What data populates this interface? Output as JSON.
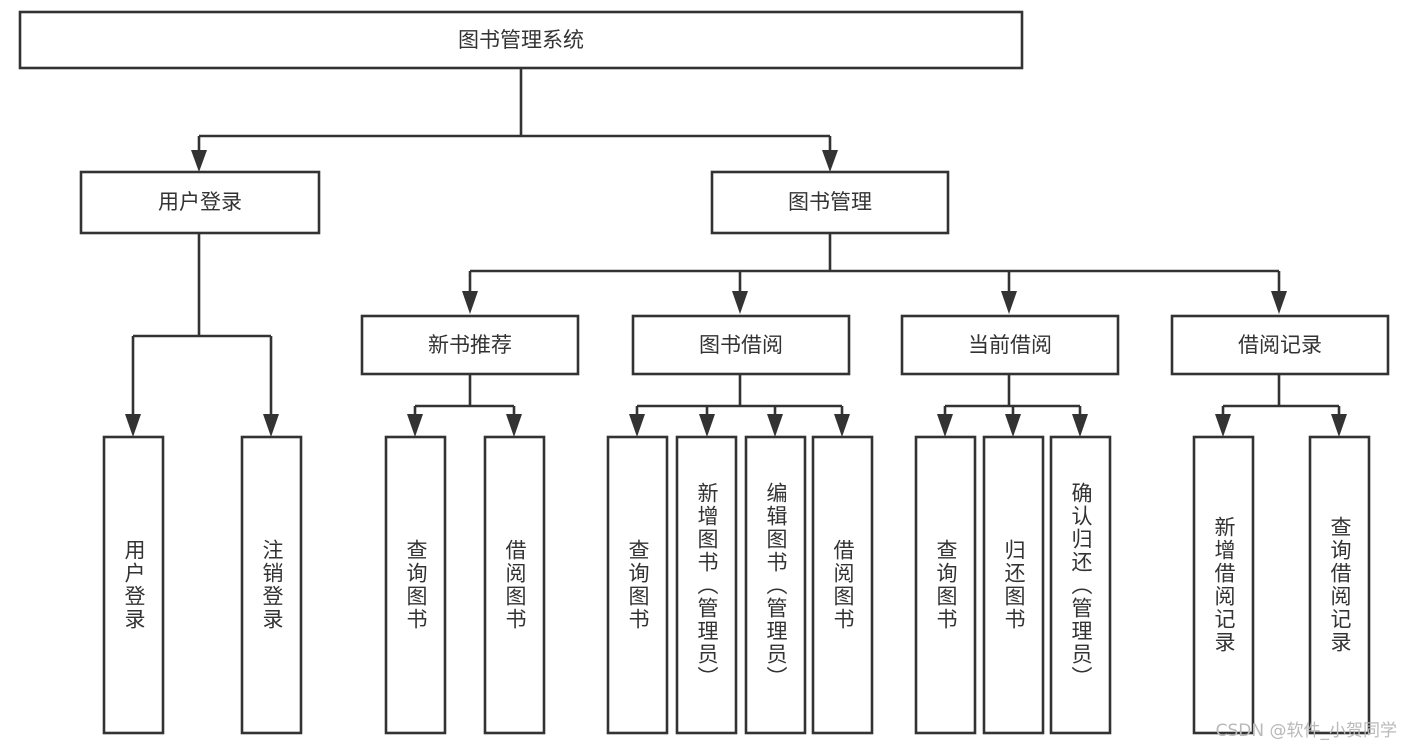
{
  "diagram": {
    "type": "tree",
    "title": "图书管理系统",
    "root": {
      "id": "root",
      "label": "图书管理系统"
    },
    "level1": [
      {
        "id": "user-login",
        "label": "用户登录"
      },
      {
        "id": "book-manage",
        "label": "图书管理"
      }
    ],
    "level2": [
      {
        "id": "new-book-rec",
        "label": "新书推荐",
        "parent": "book-manage"
      },
      {
        "id": "book-borrow",
        "label": "图书借阅",
        "parent": "book-manage"
      },
      {
        "id": "current-borrow",
        "label": "当前借阅",
        "parent": "book-manage"
      },
      {
        "id": "borrow-record",
        "label": "借阅记录",
        "parent": "book-manage"
      }
    ],
    "leaves": [
      {
        "id": "leaf-user-login",
        "label": "用户登录",
        "parent": "user-login"
      },
      {
        "id": "leaf-logout",
        "label": "注销登录",
        "parent": "user-login"
      },
      {
        "id": "leaf-query-book-1",
        "label": "查询图书",
        "parent": "new-book-rec"
      },
      {
        "id": "leaf-borrow-book-1",
        "label": "借阅图书",
        "parent": "new-book-rec"
      },
      {
        "id": "leaf-query-book-2",
        "label": "查询图书",
        "parent": "book-borrow"
      },
      {
        "id": "leaf-add-book",
        "label": "新增图书（管理员）",
        "parent": "book-borrow"
      },
      {
        "id": "leaf-edit-book",
        "label": "编辑图书（管理员）",
        "parent": "book-borrow"
      },
      {
        "id": "leaf-borrow-book-2",
        "label": "借阅图书",
        "parent": "book-borrow"
      },
      {
        "id": "leaf-query-book-3",
        "label": "查询图书",
        "parent": "current-borrow"
      },
      {
        "id": "leaf-return-book",
        "label": "归还图书",
        "parent": "current-borrow"
      },
      {
        "id": "leaf-confirm-return",
        "label": "确认归还（管理员）",
        "parent": "current-borrow"
      },
      {
        "id": "leaf-add-record",
        "label": "新增借阅记录",
        "parent": "borrow-record"
      },
      {
        "id": "leaf-query-record",
        "label": "查询借阅记录",
        "parent": "borrow-record"
      }
    ],
    "colors": {
      "stroke": "#333333",
      "fill": "#ffffff",
      "text": "#333333",
      "watermark": "#b9b9b9"
    }
  },
  "watermark": {
    "text": "CSDN @软件_小贺同学"
  }
}
